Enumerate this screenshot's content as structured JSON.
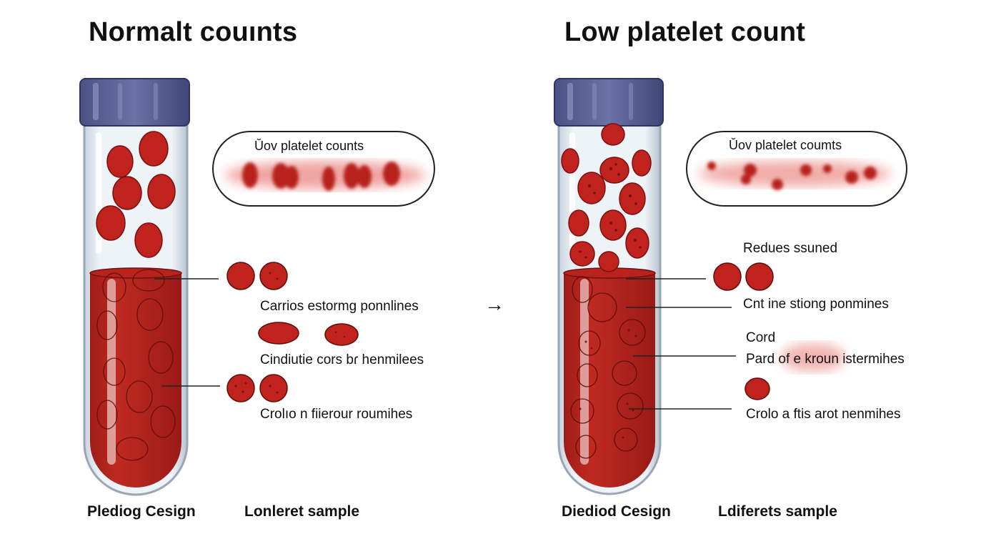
{
  "panels": {
    "normal": {
      "title": "Normalt couınts",
      "bubble_label": "Ŭov platelet counts",
      "side_labels": [
        "Carrios estormg ponnlines",
        "Cindiutie cors bɾ henmilees",
        "Crolıo n fiierour roumihes"
      ],
      "footer_left": "Plediog Cesign",
      "footer_right": "Lonleret sample"
    },
    "low": {
      "title": "Low platelet count",
      "bubble_label": "Ŭov platelet coumts",
      "side_labels": [
        "Redues ssuned",
        "Cnt ine stiong ponmines",
        "Cord",
        "Pard of e kroun istermihes",
        "Crolo a ftis arot nenmihes"
      ],
      "footer_left": "Diediod Cesign",
      "footer_right": "Ldiferets sample"
    }
  },
  "arrow_symbol": "→",
  "colors": {
    "cap": "#5b6496",
    "blood": "#b52520",
    "cell": "#c0221e",
    "outline": "#222222"
  },
  "icons": [
    "blood-tube-icon",
    "red-cell-icon",
    "arrow-right-icon"
  ]
}
